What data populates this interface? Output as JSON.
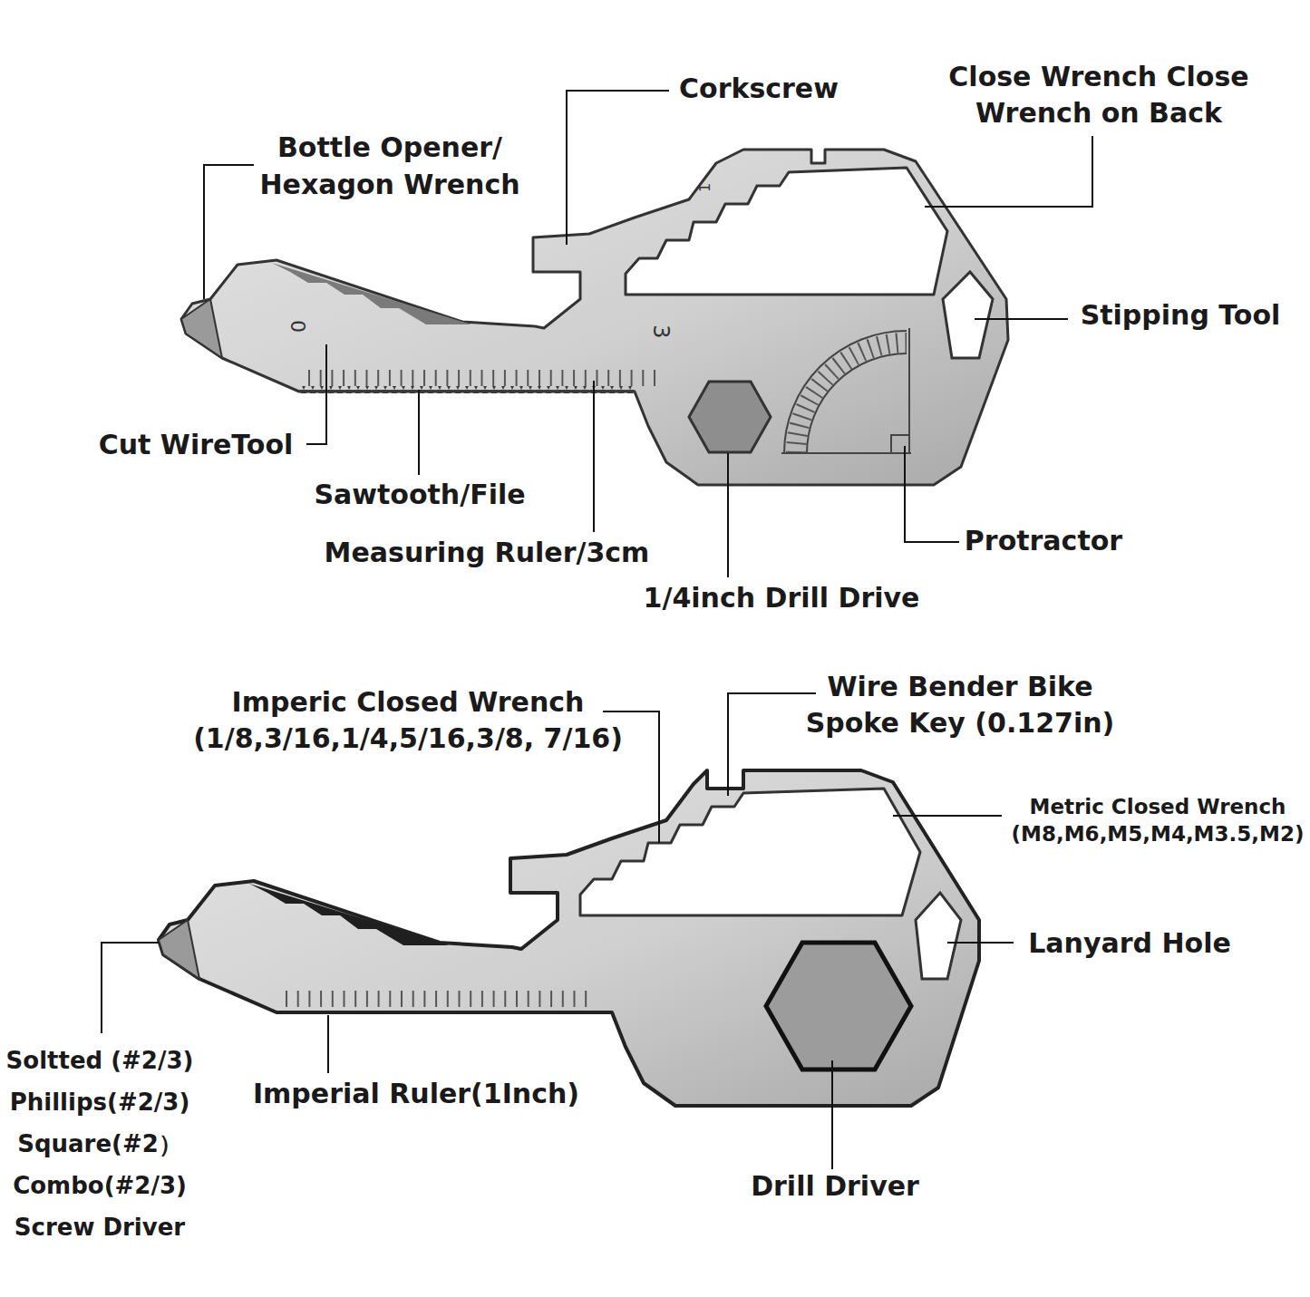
{
  "diagram": {
    "labels": [
      "Corkscrew",
      "Close Wrench Close Wrench on Back",
      "Bottle Opener/ Hexagon Wrench",
      "Stipping Tool",
      "Cut WireTool",
      "Sawtooth/File",
      "Measuring Ruler/3cm",
      "Protractor",
      "1/4inch Drill Drive",
      "0",
      "3",
      "1",
      "Imperic Closed Wrench (1/8,3/16,1/4,5/16,3/8, 7/16)",
      "Wire Bender Bike Spoke Key (0.127in)",
      "Metric Closed Wrench (M8,M6,M5,M4,M3.5,M2)",
      "Lanyard Hole",
      "Soltted (#2/3) Phillips(#2/3) Square(#2） Combo(#2/3) Screw Driver",
      "Imperial Ruler(1Inch)",
      "Drill Driver"
    ]
  }
}
